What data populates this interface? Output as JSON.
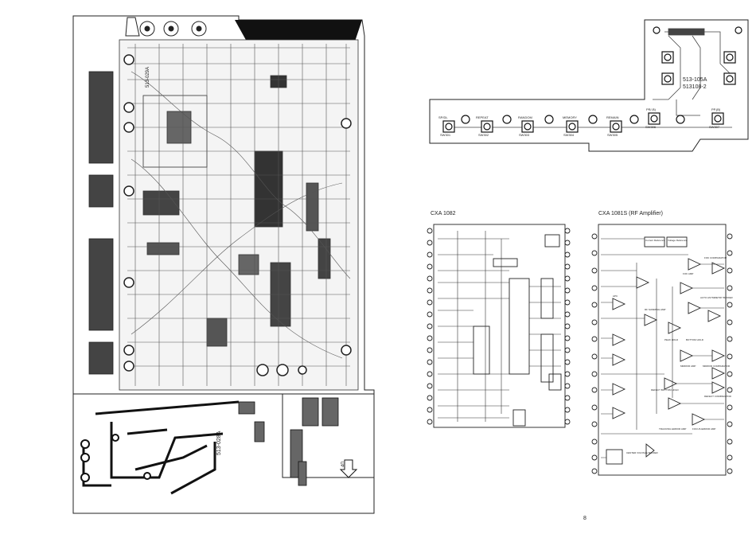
{
  "pcb_main": {
    "board_label": "513-028A",
    "board_label_2": "513-029A",
    "arrow_label": "UP"
  },
  "key_board": {
    "board_label": "513-105A",
    "board_label_2": "513108-2",
    "switches": [
      {
        "label": "SP/DL",
        "ref": "SW301"
      },
      {
        "label": "REPEAT",
        "ref": "SW302"
      },
      {
        "label": "RANDOM",
        "ref": "SW303"
      },
      {
        "label": "MEMORY",
        "ref": "SW304"
      },
      {
        "label": "REMAIN",
        "ref": "SW305"
      },
      {
        "label": "PR/-B)",
        "ref": "SW306"
      },
      {
        "label": "PP.(B)",
        "ref": "SW307"
      }
    ]
  },
  "diagram_cxa1082": {
    "title": "CXA 1082"
  },
  "diagram_cxa1081": {
    "title": "CXA 1081S (RF Amplifier)",
    "blocks": [
      "Current Reference",
      "Voltage Reference",
      "FOK AMP",
      "FOK COMPARATOR",
      "AUTO ASYMMETRY BUFFER",
      "APC",
      "RF SUMMING AMP",
      "BOTTOM HOLD",
      "PEAK HOLD",
      "MIRROR AMP",
      "MIRROR COMPARATOR",
      "DEFECT BOTTOM HOLD",
      "DEFECT COMPARATOR",
      "TRACKING ERROR AMP",
      "FOCUS ERROR AMP",
      "CENTER VOLTAGE BUFFER"
    ]
  },
  "page": {
    "number": "8"
  }
}
